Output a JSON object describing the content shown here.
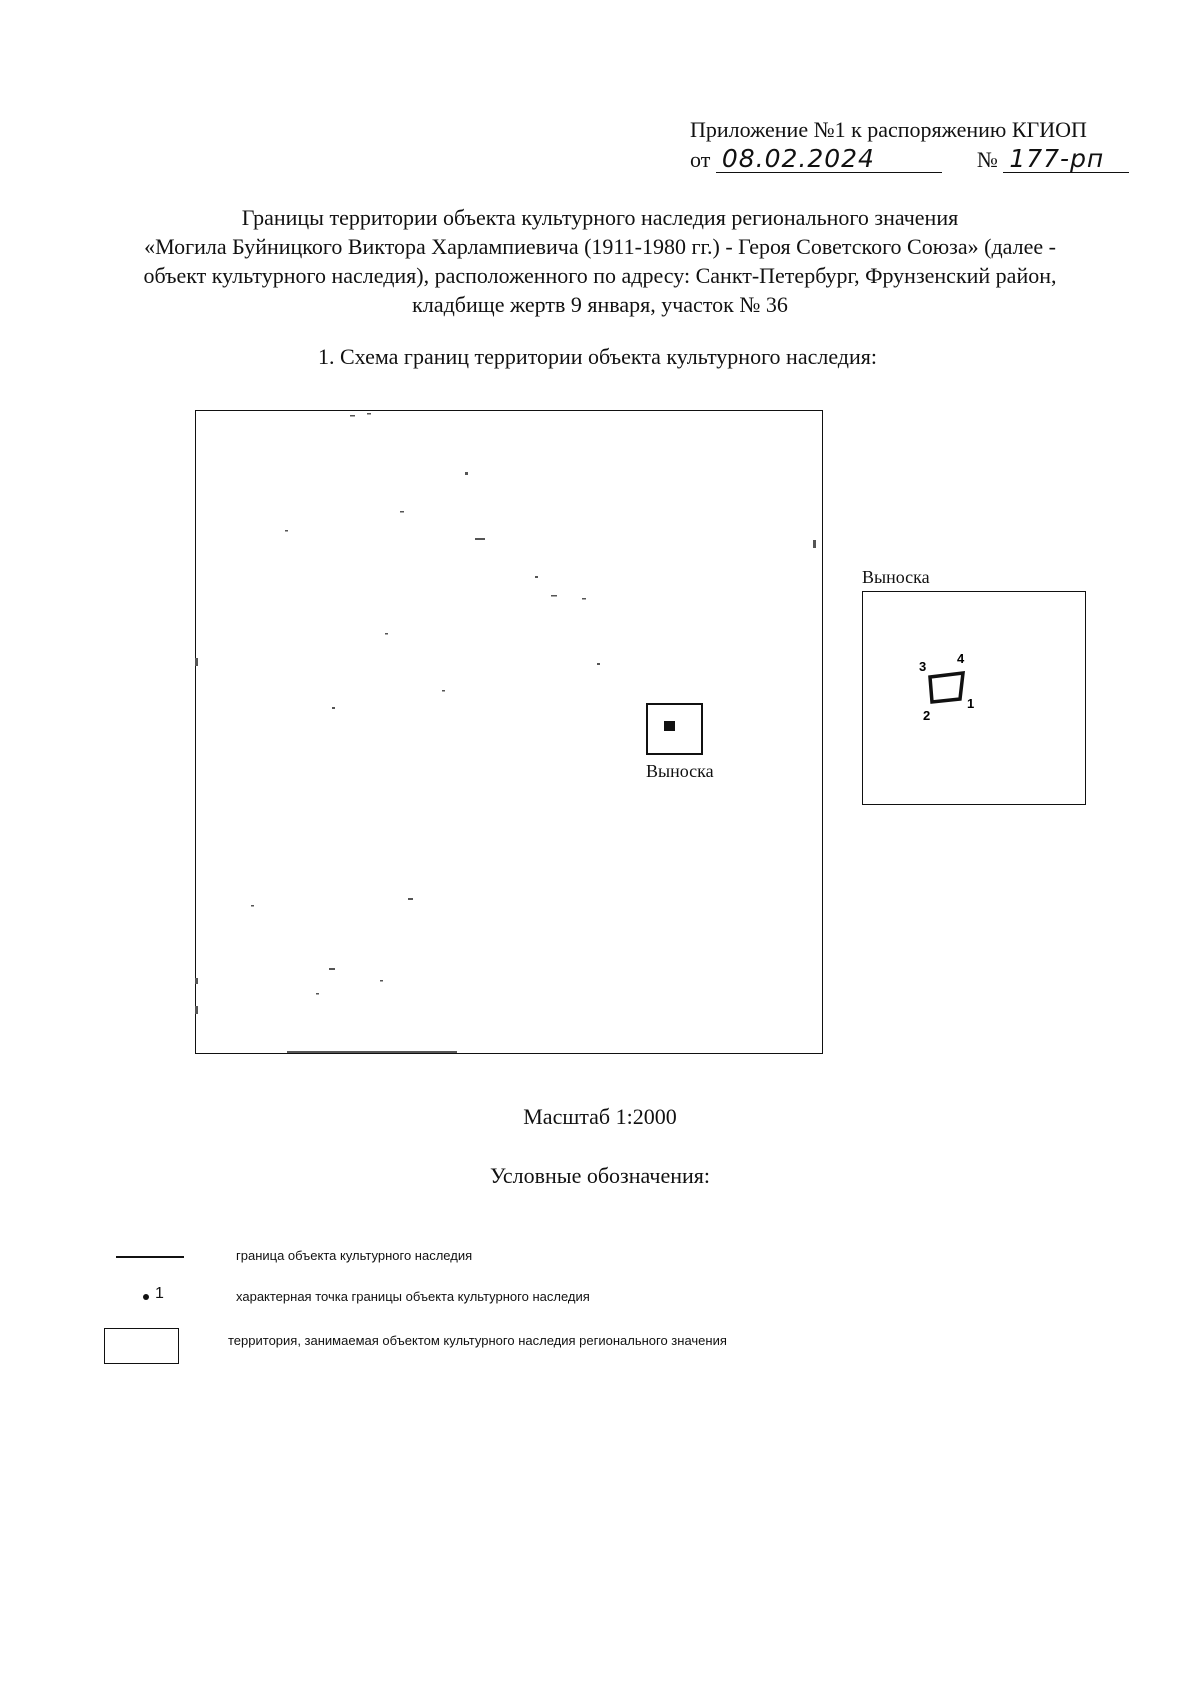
{
  "header": {
    "line1": "Приложение №1 к распоряжению КГИОП",
    "date_prefix": "от",
    "date": "08.02.2024",
    "number_prefix": "№",
    "number": "177-рп"
  },
  "title": {
    "line1": "Границы территории объекта культурного наследия регионального значения",
    "line2": "«Могила Буйницкого Виктора Харлампиевича (1911-1980 гг.) - Героя Советского Союза» (далее -",
    "line3": "объект культурного наследия), расположенного по адресу: Санкт-Петербург, Фрунзенский район,",
    "line4": "кладбище жертв 9 января, участок № 36"
  },
  "section_heading": "1.   Схема границ территории объекта культурного наследия:",
  "map": {
    "inset_label": "Выноска"
  },
  "callout": {
    "label": "Выноска",
    "points": [
      {
        "label": "1"
      },
      {
        "label": "2"
      },
      {
        "label": "3"
      },
      {
        "label": "4"
      }
    ]
  },
  "scale": "Масштаб 1:2000",
  "legend": {
    "title": "Условные обозначения:",
    "items": [
      {
        "text": "граница объекта культурного наследия"
      },
      {
        "symbol_label": "1",
        "text": "характерная точка границы объекта культурного наследия"
      },
      {
        "text": "территория, занимаемая объектом культурного наследия регионального значения"
      }
    ]
  }
}
